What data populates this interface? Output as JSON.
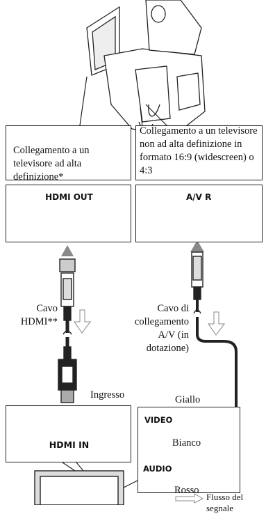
{
  "left_box": {
    "title": "Collegamento a un televisore ad alta definizione*"
  },
  "right_box": {
    "title": "Collegamento a un televisore non ad alta definizione in formato 16:9 (widescreen) o 4:3"
  },
  "ports": {
    "hdmi_out": "HDMI OUT",
    "av_r": "A/V R",
    "hdmi_in": "HDMI IN"
  },
  "cables": {
    "hdmi_line1": "Cavo",
    "hdmi_line2": "HDMI**",
    "av_line1": "Cavo di",
    "av_line2": "collegamento",
    "av_line3": "A/V (in",
    "av_line4": "dotazione)"
  },
  "input_label": "Ingresso",
  "rca": {
    "yellow": "Giallo",
    "video": "VIDEO",
    "white": "Bianco",
    "audio": "AUDIO",
    "red": "Rosso"
  },
  "legend": {
    "signal_flow": "Flusso del segnale"
  }
}
